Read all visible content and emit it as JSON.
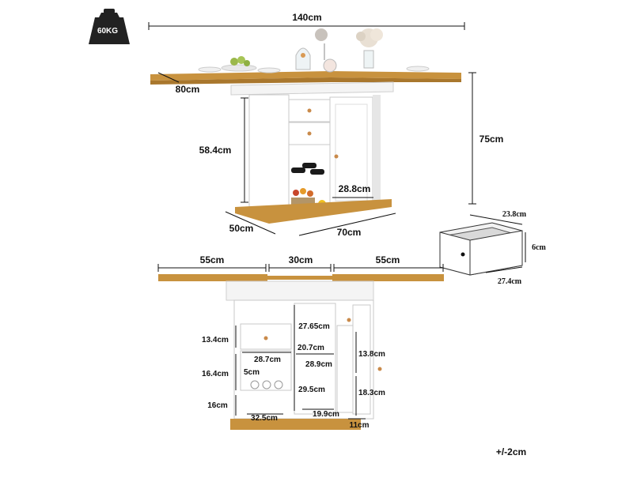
{
  "weight_badge": {
    "label": "60KG"
  },
  "top_view": {
    "width_label": "140cm",
    "depth_label": "80cm",
    "height_label": "75cm",
    "cabinet_height_label": "58.4cm",
    "base_depth_label": "50cm",
    "base_width_label": "70cm",
    "door_width_label": "28.8cm"
  },
  "drawer_detail": {
    "width_label": "23.8cm",
    "height_label": "6cm",
    "depth_label": "27.4cm"
  },
  "front_view": {
    "left_leaf_label": "55cm",
    "center_label": "30cm",
    "right_leaf_label": "55cm",
    "labels": {
      "drawer_h": "13.4cm",
      "shelf_h": "16.4cm",
      "bottom_h": "16cm",
      "base_w": "32.5cm",
      "drawer_w": "28.7cm",
      "rack_gap": "5cm",
      "inner_h": "27.65cm",
      "mid_w": "20.7cm",
      "mid_w2": "28.9cm",
      "lower_h": "29.5cm",
      "door_shelf_h": "13.8cm",
      "door_lower_h": "18.3cm",
      "inner_w": "19.9cm",
      "door_depth": "11cm"
    }
  },
  "tolerance": "+/-2cm"
}
